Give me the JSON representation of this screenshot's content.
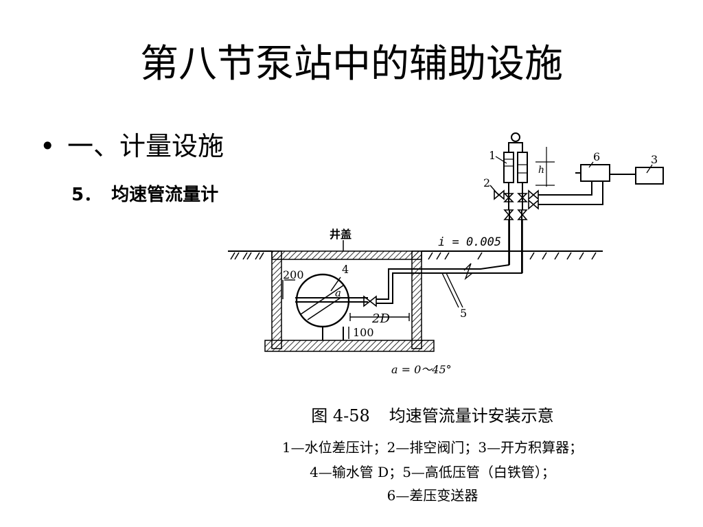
{
  "slide": {
    "title": "第八节泵站中的辅助设施",
    "bullet_symbol": "•",
    "bullet_text": "一、计量设施",
    "sub_number": "5．",
    "sub_text": "均速管流量计"
  },
  "figure": {
    "labels": {
      "cover": "井盖",
      "slope": "i = 0.005",
      "dim_200": "200",
      "dim_100": "100",
      "dim_2d": "2D",
      "angle_a": "a",
      "angle_range": "a = 0～45°",
      "h": "h",
      "n1": "1",
      "n2": "2",
      "n3": "3",
      "n4": "4",
      "n5": "5",
      "n6": "6"
    },
    "caption": {
      "fig_number": "图 4-58",
      "title": "均速管流量计安装示意",
      "line1": "1—水位差压计；2—排空阀门；3—开方积算器；",
      "line2": "4—输水管 D；5—高低压管（白铁管）；",
      "line3": "6—差压变送器"
    }
  }
}
